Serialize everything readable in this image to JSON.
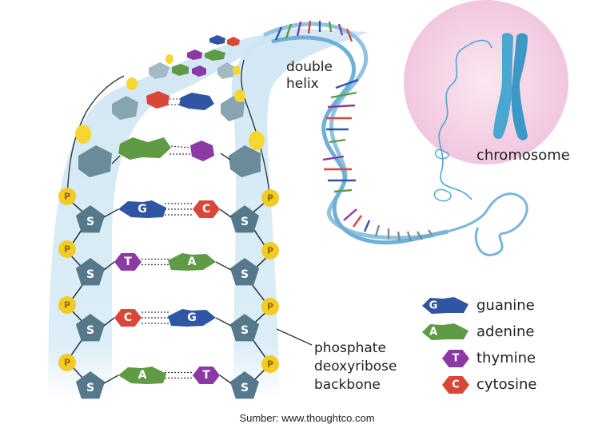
{
  "labels": {
    "double_helix": [
      "double",
      "helix"
    ],
    "chromosome": "chromosome",
    "backbone": [
      "phosphate",
      "deoxyribose",
      "backbone"
    ]
  },
  "strand": {
    "phosphate_label": "P",
    "sugar_label": "S"
  },
  "base_pairs": [
    {
      "left": "G",
      "right": "C"
    },
    {
      "left": "T",
      "right": "A"
    },
    {
      "left": "C",
      "right": "G"
    },
    {
      "left": "A",
      "right": "T"
    }
  ],
  "legend": [
    {
      "letter": "G",
      "name": "guanine"
    },
    {
      "letter": "A",
      "name": "adenine"
    },
    {
      "letter": "T",
      "name": "thymine"
    },
    {
      "letter": "C",
      "name": "cytosine"
    }
  ],
  "colors": {
    "guanine": "#2f55a4",
    "adenine": "#5f9a45",
    "thymine": "#8a3aa2",
    "cytosine": "#d9473b",
    "sugar": "#55798a",
    "phosphate": "#f2cb26",
    "backbone_glow": "#cfe6f3",
    "chromosome": "#4aa7d0",
    "halo": "#f3cfe6"
  },
  "source": "Sumber: www.thoughtco.com"
}
